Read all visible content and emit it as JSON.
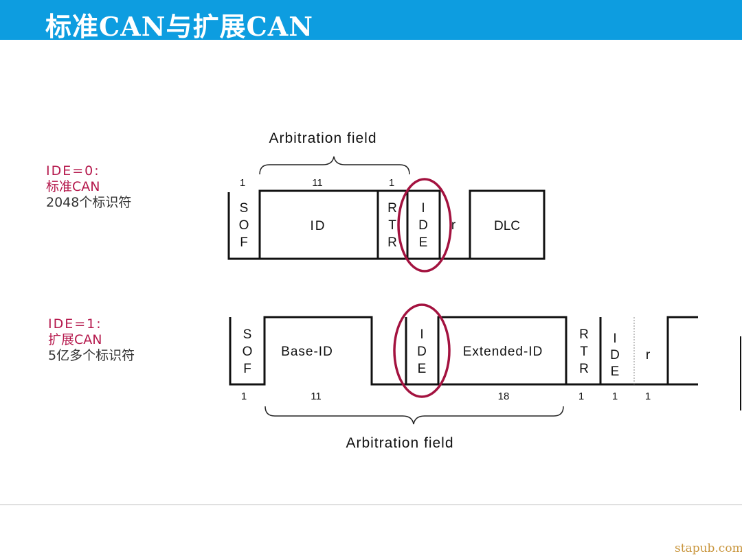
{
  "title": "标准CAN与扩展CAN",
  "watermark": "stapub.com",
  "standard": {
    "label": {
      "line1": "IDE=0:",
      "line2": "标准CAN",
      "line3": "2048个标识符"
    },
    "field_caption": "Arbitration field",
    "bit_counts": {
      "sof": "1",
      "id": "11",
      "rtr": "1"
    },
    "fields": {
      "sof": [
        "S",
        "O",
        "F"
      ],
      "id": "ID",
      "rtr": [
        "R",
        "T",
        "R"
      ],
      "ide": [
        "I",
        "D",
        "E"
      ],
      "r": "r",
      "dlc": "DLC"
    }
  },
  "extended": {
    "label": {
      "line1": "IDE=1:",
      "line2": "扩展CAN",
      "line3": "5亿多个标识符"
    },
    "field_caption": "Arbitration field",
    "bit_counts": {
      "sof": "1",
      "base_id": "11",
      "extended_id": "18",
      "rtr": "1",
      "ide": "1",
      "r": "1"
    },
    "fields": {
      "sof": [
        "S",
        "O",
        "F"
      ],
      "base_id": "Base-ID",
      "ide": [
        "I",
        "D",
        "E"
      ],
      "extended_id": "Extended-ID",
      "rtr": [
        "R",
        "T",
        "R"
      ],
      "ide2": [
        "I",
        "D",
        "E"
      ],
      "r": "r"
    }
  },
  "colors": {
    "title_bar": "#0d9de0",
    "highlight": "#a3123f",
    "label_accent": "#b5184c",
    "watermark": "#c9963e"
  }
}
